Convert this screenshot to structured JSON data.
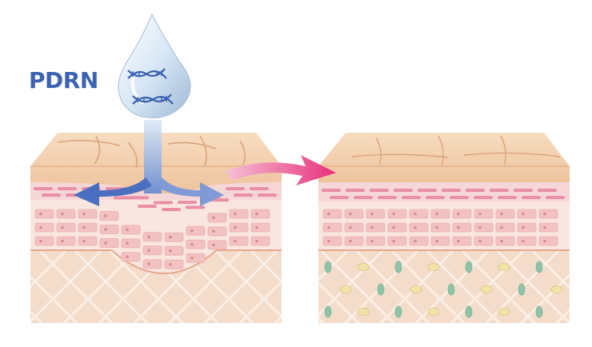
{
  "label": "PDRN",
  "colors": {
    "label": "#3c63b0",
    "arrow_blue": "#4a6fc0",
    "arrow_pink": "#e8357a",
    "skin_top": "#f5cfaa",
    "skin_layer": "#f7ddd5",
    "fiber_pink": "#e98fa6",
    "cell_fill": "#f2c1c1",
    "dermis": "#f4d9c6",
    "node_green": "#8fc4a9",
    "node_yellow": "#f2e4a8",
    "drop": "#cfe3f4"
  },
  "icons": [
    "water-drop-icon",
    "dna-icon"
  ],
  "panels": [
    "damaged-skin",
    "repaired-skin"
  ]
}
